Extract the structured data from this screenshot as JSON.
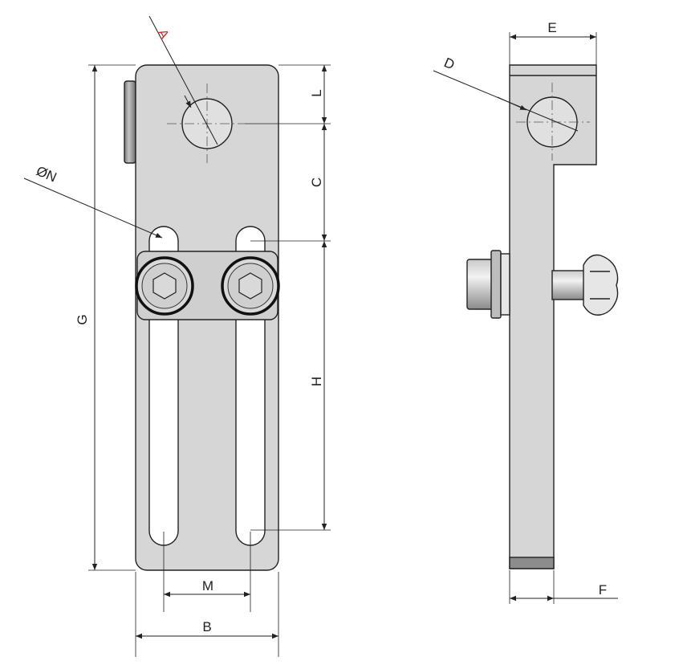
{
  "labels": {
    "A": "A",
    "D": "D",
    "N": "ØN",
    "L": "L",
    "C": "C",
    "H": "H",
    "G": "G",
    "M": "M",
    "B": "B",
    "E": "E",
    "F": "F"
  },
  "colors": {
    "body": "#d6d6d6",
    "label_red": "#d0312d",
    "lines": "#222222"
  }
}
